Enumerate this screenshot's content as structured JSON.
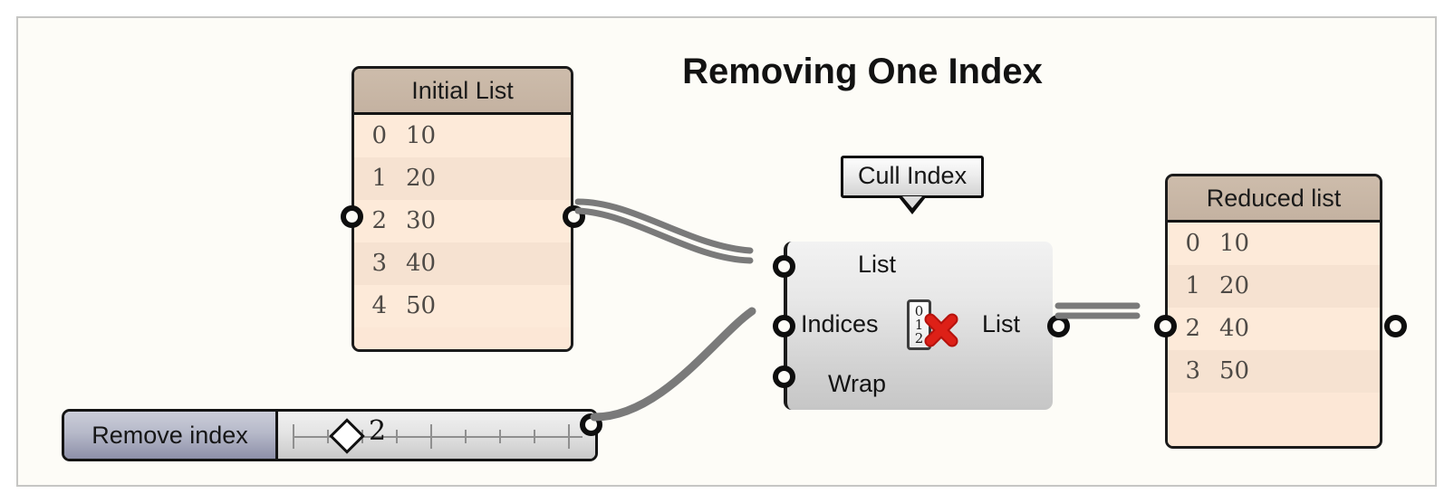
{
  "canvas": {
    "title": "Removing One Index",
    "background": "#fdfcf7",
    "border_color": "#c6c6c4"
  },
  "panels": [
    {
      "name": "initial-list",
      "title": "Initial List",
      "rows": [
        {
          "index": "0",
          "value": "10"
        },
        {
          "index": "1",
          "value": "20"
        },
        {
          "index": "2",
          "value": "30"
        },
        {
          "index": "3",
          "value": "40"
        },
        {
          "index": "4",
          "value": "50"
        }
      ]
    },
    {
      "name": "reduced-list",
      "title": "Reduced list",
      "rows": [
        {
          "index": "0",
          "value": "10"
        },
        {
          "index": "1",
          "value": "20"
        },
        {
          "index": "2",
          "value": "40"
        },
        {
          "index": "3",
          "value": "50"
        }
      ]
    }
  ],
  "component": {
    "tooltip": "Cull Index",
    "inputs": [
      "List",
      "Indices",
      "Wrap"
    ],
    "output": "List",
    "icon": {
      "name": "cull-index-icon",
      "digits": [
        "0",
        "1",
        "2"
      ],
      "mark": "red-x",
      "mark_color": "#cc1a14"
    }
  },
  "slider": {
    "name": "Remove index",
    "value": "2",
    "handle": "diamond-handle",
    "name_panel_color": "#8e90a9"
  },
  "colors": {
    "panel_header": "#c8b7a6",
    "panel_row_light": "#fdead9",
    "panel_row_dark": "#f6e2d1",
    "node_body": "#d8d8d8",
    "wire": "#7a7a7a",
    "port_border": "#0e0e0e"
  }
}
